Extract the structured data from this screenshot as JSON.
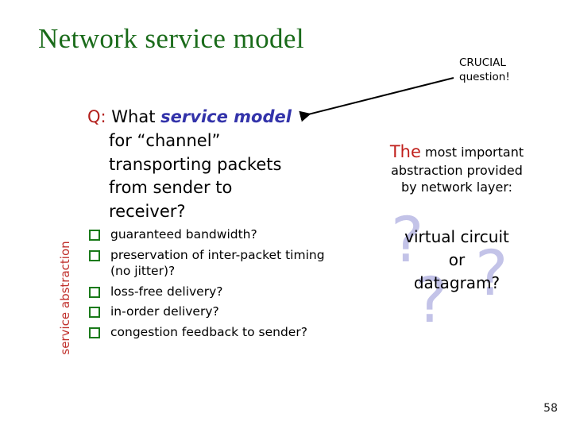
{
  "slide": {
    "title": "Network service model",
    "page_number": "58",
    "background_color": "#ffffff",
    "title_color": "#1a6b1a"
  },
  "callout": {
    "line1": "CRUCIAL",
    "line2": "question!",
    "arrow_name": "pointer-arrow",
    "color": "#000000"
  },
  "question": {
    "label": "Q:",
    "label_color": "#b3201d",
    "lead": "What",
    "emphasis": "service model",
    "emphasis_color": "#3333aa",
    "line2": "for “channel”",
    "line3": "transporting packets",
    "line4": "from sender to",
    "line5": "receiver?"
  },
  "side_label": {
    "text": "service abstraction",
    "color": "#c0302c"
  },
  "bullets": {
    "marker": "❑",
    "marker_color": "#1a7a1a",
    "items": [
      "guaranteed bandwidth?",
      "preservation of inter-packet timing (no jitter)?",
      "loss-free delivery?",
      "in-order delivery?",
      "congestion feedback to sender?"
    ]
  },
  "right_panel": {
    "caption_emphasis": "The",
    "caption_emphasis_color": "#c0201c",
    "caption_rest_line1": " most important",
    "caption_line2": "abstraction provided",
    "caption_line3": "by network layer:",
    "answer_line1": "virtual circuit",
    "answer_line2": "or",
    "answer_line3": "datagram?",
    "decor_question_mark": "?",
    "decor_color": "#c3c3e8"
  }
}
